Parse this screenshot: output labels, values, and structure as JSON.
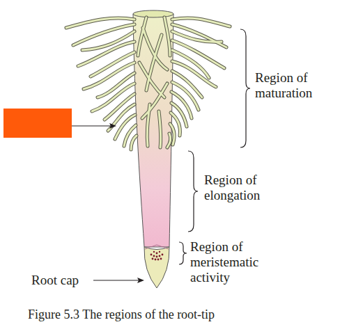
{
  "diagram": {
    "caption": "Figure 5.3 The regions of the root-tip",
    "labels": [
      "Region of maturation",
      "Region of elongation",
      "Region of meristematic activity",
      "Root cap"
    ]
  }
}
